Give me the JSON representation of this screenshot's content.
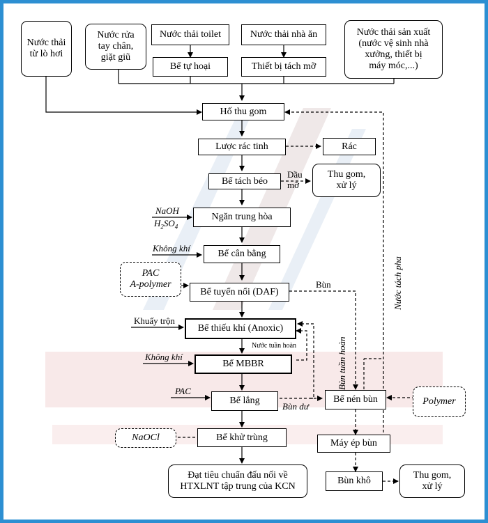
{
  "sources": {
    "boiler": "Nước thải\ntừ lò hơi",
    "handwash": "Nước rửa\ntay chân,\ngiặt giũ",
    "toilet": "Nước thải toilet",
    "canteen": "Nước thải nhà ăn",
    "production": "Nước thải sản xuất\n(nước vệ sinh nhà\nxưởng, thiết bị\nmáy móc,...)"
  },
  "units": {
    "septic": "Bể tự hoại",
    "grease_trap": "Thiết bị tách mỡ",
    "collection": "Hố thu gom",
    "fine_screen": "Lược rác tinh",
    "trash": "Rác",
    "fat_separation": "Bể tách béo",
    "collect_treat_1": "Thu gom,\nxử lý",
    "neutralization": "Ngăn trung hòa",
    "equalization": "Bể cân bằng",
    "daf": "Bể tuyển nổi (DAF)",
    "anoxic": "Bể thiếu khí (Anoxic)",
    "mbbr": "Bể MBBR",
    "settling": "Bể lắng",
    "disinfection": "Bể khử trùng",
    "output": "Đạt tiêu chuẩn đấu nối về\nHTXLNT tập trung của KCN",
    "sludge_thickener": "Bể nén bùn",
    "filter_press": "Máy ép bùn",
    "dry_sludge": "Bùn khô",
    "collect_treat_2": "Thu gom,\nxử lý"
  },
  "chemicals": {
    "pac_polymer": "PAC\nA-polymer",
    "naocl": "NaOCl",
    "polymer": "Polymer"
  },
  "labels": {
    "naoh": "NaOH",
    "h2so4_main": "H",
    "h2so4_sub2": "2",
    "h2so4_so": "SO",
    "h2so4_sub4": "4",
    "air1": "Không khí",
    "air2": "Không khí",
    "mixing": "Khuấy trộn",
    "pac": "PAC",
    "grease": "Dầu\nmỡ",
    "sludge": "Bùn",
    "internal_recycle": "Nước tuần hoàn",
    "return_sludge": "Bùn tuần hoàn",
    "excess_sludge": "Bùn dư",
    "separated_water": "Nước tách pha"
  }
}
